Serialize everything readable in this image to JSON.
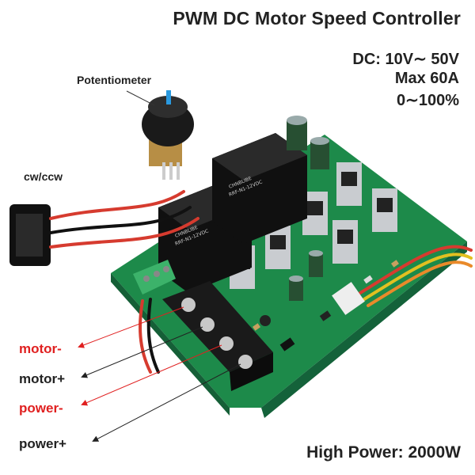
{
  "title": "PWM DC Motor Speed Controller",
  "specs": {
    "voltage": "DC: 10V∼ 50V",
    "current": "Max 60A",
    "range": "0∼100%"
  },
  "callouts": {
    "potentiometer": "Potentiometer",
    "direction_switch": "cw/ccw"
  },
  "terminals": [
    {
      "label": "motor-",
      "color": "#e02020"
    },
    {
      "label": "motor+",
      "color": "#222222"
    },
    {
      "label": "power-",
      "color": "#e02020"
    },
    {
      "label": "power+",
      "color": "#222222"
    }
  ],
  "footer": {
    "power": "High Power: 2000W"
  },
  "colors": {
    "pcb": "#1d8a4a",
    "terminal_block": "#1a1a1a",
    "relay": "#101010",
    "heatsink": "#c9ccd0",
    "green_connector": "#3cb26a"
  },
  "relays": [
    {
      "line1": "CHNBLIBE",
      "line2": "RRF-N1-12VDC"
    },
    {
      "line1": "CHNBLIBE",
      "line2": "RRF-N1-12VDC"
    }
  ]
}
